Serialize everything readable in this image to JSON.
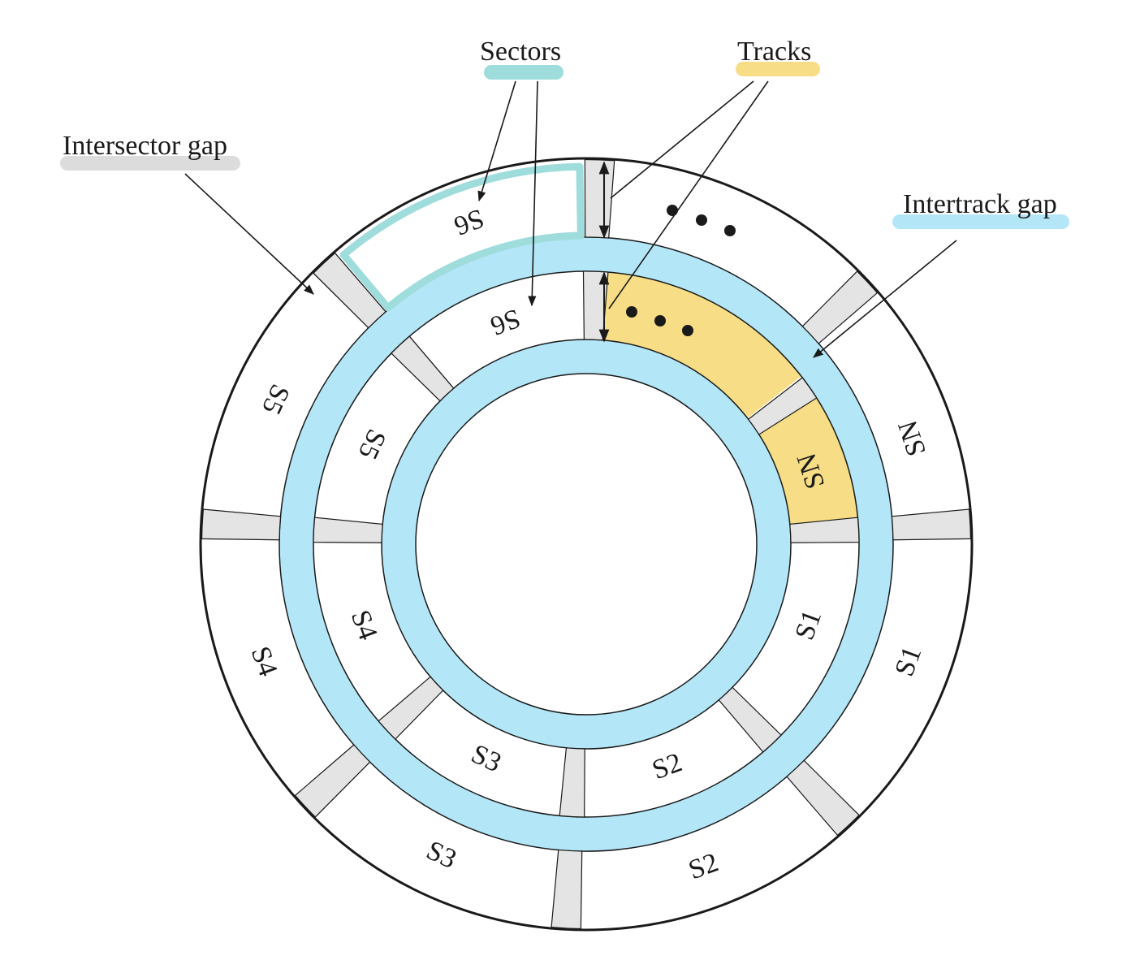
{
  "callouts": {
    "sectors": {
      "label": "Sectors"
    },
    "tracks": {
      "label": "Tracks"
    },
    "intersector_gap": {
      "label": "Intersector gap"
    },
    "intertrack_gap": {
      "label": "Intertrack gap"
    }
  },
  "outer_track_sectors": [
    "S1",
    "S2",
    "S3",
    "S4",
    "S5",
    "S6",
    "SN"
  ],
  "inner_track_sectors": [
    "S1",
    "S2",
    "S3",
    "S4",
    "S5",
    "S6",
    "SN"
  ],
  "colors": {
    "sector_highlight": "#9fdcdc",
    "track_highlight": "#f6dd86",
    "intertrack_gap": "#b3e6f7",
    "intersector_gap": "#e4e4e4",
    "intertrack_label_bar": "#b3e6f7",
    "intersector_label_bar": "#dcdcdc",
    "sectors_label_bar": "#9fdcdc",
    "tracks_label_bar": "#f6dd86"
  }
}
